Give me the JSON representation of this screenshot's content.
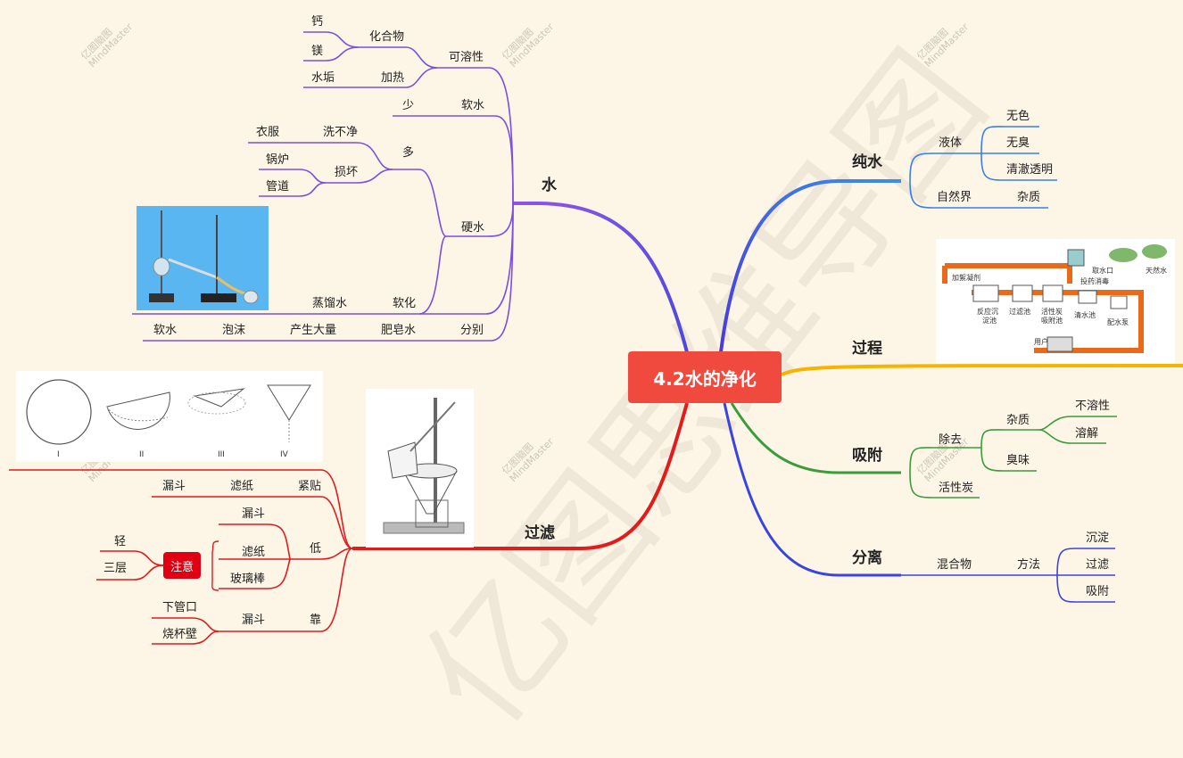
{
  "center": {
    "title": "4.2水的净化"
  },
  "watermark": {
    "big": "亿图思维导图",
    "small": "亿图脑图",
    "small2": "MindMaster"
  },
  "water": {
    "label": "水",
    "soluble": {
      "label": "可溶性",
      "compound": "化合物",
      "ca": "钙",
      "mg": "镁",
      "heat": "加热",
      "scale": "水垢"
    },
    "soft": {
      "label": "软水",
      "few": "少"
    },
    "hard": {
      "label": "硬水",
      "many": "多",
      "wash": "洗不净",
      "clothes": "衣服",
      "damage": "损坏",
      "boiler": "锅炉",
      "pipe": "管道",
      "soften": "软化",
      "distilled": "蒸馏水"
    },
    "distinguish": {
      "label": "分别",
      "soap": "肥皂水",
      "produce": "产生大量",
      "foam": "泡沫",
      "soft": "软水"
    }
  },
  "filter": {
    "label": "过滤",
    "tight": {
      "label": "紧贴",
      "paper": "滤纸",
      "funnel": "漏斗"
    },
    "low": {
      "label": "低",
      "funnel": "漏斗",
      "paper": "滤纸",
      "rod": "玻璃棒"
    },
    "note": {
      "label": "注意",
      "light": "轻",
      "three": "三层"
    },
    "lean": {
      "label": "靠",
      "funnel": "漏斗",
      "tube": "下管口",
      "wall": "烧杯壁"
    },
    "fold_labels": [
      "I",
      "II",
      "III",
      "IV"
    ]
  },
  "pure": {
    "label": "纯水",
    "liquid": "液体",
    "colorless": "无色",
    "odorless": "无臭",
    "clear": "清澈透明",
    "nature": "自然界",
    "impurity": "杂质"
  },
  "process": {
    "label": "过程",
    "plant": {
      "intake": "取水口",
      "natural": "天然水",
      "coag": "加絮凝剂",
      "disinfect": "投药消毒",
      "react": "反应沉",
      "settle": "淀池",
      "filt": "过滤池",
      "carbon1": "活性炭",
      "carbon2": "吸附池",
      "clear": "清水池",
      "pump": "配水泵",
      "user": "用户"
    }
  },
  "adsorb": {
    "label": "吸附",
    "remove": "除去",
    "impurity": "杂质",
    "insoluble": "不溶性",
    "dissolve": "溶解",
    "smell": "臭味",
    "carbon": "活性炭"
  },
  "separate": {
    "label": "分离",
    "mixture": "混合物",
    "method": "方法",
    "settle": "沉淀",
    "filter": "过滤",
    "adsorb": "吸附"
  },
  "colors": {
    "water": "#7b4fe0",
    "filter": "#e21b1b",
    "pure": "#3b7fe6",
    "process": "#f6b400",
    "adsorb": "#3a9c3a",
    "separate": "#3a45e0",
    "center": "#f0493e"
  }
}
